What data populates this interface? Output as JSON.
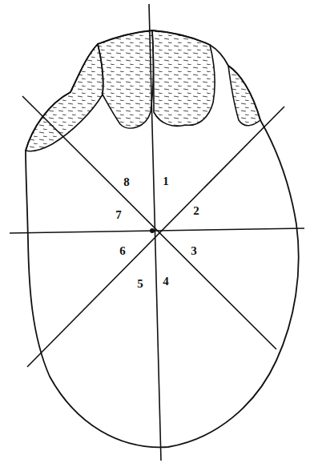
{
  "diagram": {
    "labels": [
      "8",
      "1",
      "7",
      "2",
      "6",
      "3",
      "5",
      "4"
    ]
  }
}
